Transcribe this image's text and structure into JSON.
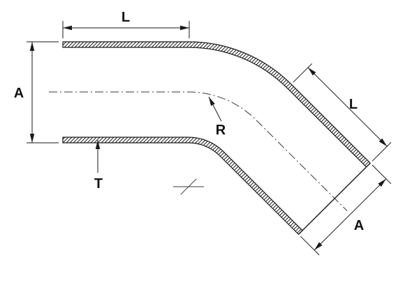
{
  "diagram": {
    "labels": {
      "length_top": "L",
      "diameter_left": "A",
      "wall_thickness": "T",
      "bend_radius": "R",
      "length_angled": "L",
      "diameter_right": "A"
    },
    "colors": {
      "line": "#1a1a1a",
      "centerline": "#3a3a3a",
      "background": "#ffffff"
    }
  }
}
